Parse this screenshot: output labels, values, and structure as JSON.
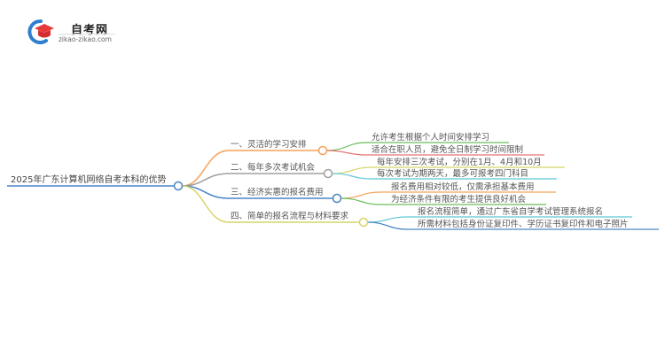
{
  "logo": {
    "title": "自考网",
    "url": "zikao-zikao.com",
    "icon": "graduation-cap-icon",
    "colors": {
      "cap": "#e8393a",
      "ring": "#2e7fd0"
    }
  },
  "mindmap": {
    "root": {
      "label": "2025年广东计算机网络自考本科的优势",
      "color": "#4a86c5"
    },
    "branches": [
      {
        "label": "一、灵活的学习安排",
        "color": "#f4a35a",
        "children": [
          {
            "label": "允许考生根据个人时间安排学习",
            "color": "#6abd5a"
          },
          {
            "label": "适合在职人员，避免全日制学习时间限制",
            "color": "#e57373"
          }
        ]
      },
      {
        "label": "二、每年多次考试机会",
        "color": "#a0a0a0",
        "children": [
          {
            "label": "每年安排三次考试，分别在1月、4月和10月",
            "color": "#d8d46a"
          },
          {
            "label": "每次考试为期两天，最多可报考四门科目",
            "color": "#5ec8d8"
          }
        ]
      },
      {
        "label": "三、经济实惠的报名费用",
        "color": "#4a86c5",
        "children": [
          {
            "label": "报名费用相对较低，仅需承担基本费用",
            "color": "#f4a35a"
          },
          {
            "label": "为经济条件有限的考生提供良好机会",
            "color": "#6abd5a"
          }
        ]
      },
      {
        "label": "四、简单的报名流程与材料要求",
        "color": "#d8d46a",
        "children": [
          {
            "label": "报名流程简单，通过广东省自学考试管理系统报名",
            "color": "#5ec8d8"
          },
          {
            "label": "所需材料包括身份证复印件、学历证书复印件和电子照片",
            "color": "#4a86c5"
          }
        ]
      }
    ]
  }
}
